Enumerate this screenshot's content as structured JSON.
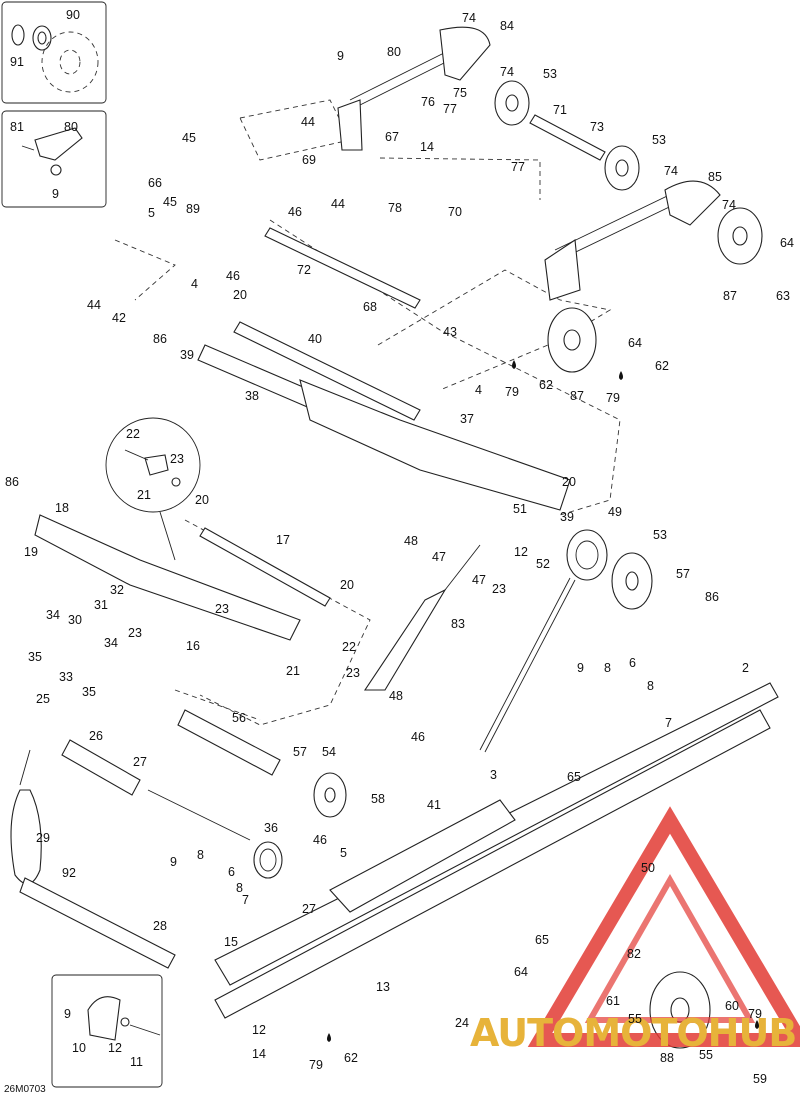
{
  "diagram_code": "26M0703",
  "watermark": "AUTOMOTOHUB",
  "colors": {
    "watermark_triangle": "#e23b34",
    "watermark_text": "#e7b33a",
    "ink": "#222222"
  },
  "labels": {
    "n90": "90",
    "n91": "91",
    "n81": "81",
    "n80a": "80",
    "n9a": "9",
    "n74a": "74",
    "n84": "84",
    "n80b": "80",
    "n9b": "9",
    "n74b": "74",
    "n53a": "53",
    "n75": "75",
    "n76": "76",
    "n77a": "77",
    "n71": "71",
    "n73": "73",
    "n44a": "44",
    "n67": "67",
    "n14a": "14",
    "n53b": "53",
    "n45a": "45",
    "n69": "69",
    "n77b": "77",
    "n74c": "74",
    "n85": "85",
    "n66": "66",
    "n89": "89",
    "n46a": "46",
    "n44b": "44",
    "n78": "78",
    "n70": "70",
    "n74d": "74",
    "n5a": "5",
    "n45b": "45",
    "n64a": "64",
    "n72": "72",
    "n46b": "46",
    "n4a": "4",
    "n63": "63",
    "n87a": "87",
    "n44c": "44",
    "n42": "42",
    "n20a": "20",
    "n68": "68",
    "n43": "43",
    "n86a": "86",
    "n39a": "39",
    "n40": "40",
    "n64b": "64",
    "n62a": "62",
    "n79a": "79",
    "n62b": "62",
    "n87b": "87",
    "n79b": "79",
    "n4b": "4",
    "n38": "38",
    "n37": "37",
    "n22a": "22",
    "n23a": "23",
    "n21a": "21",
    "n86b": "86",
    "n20b": "20",
    "n18": "18",
    "n19": "19",
    "n51": "51",
    "n39b": "39",
    "n48a": "48",
    "n47a": "47",
    "n49": "49",
    "n53c": "53",
    "n17": "17",
    "n12a": "12",
    "n47b": "47",
    "n52": "52",
    "n23b": "23",
    "n57a": "57",
    "n86c": "86",
    "n20c": "20",
    "n34a": "34",
    "n31": "31",
    "n32": "32",
    "n30": "30",
    "n23c": "23",
    "n23d": "23",
    "n83": "83",
    "n35a": "35",
    "n34b": "34",
    "n16": "16",
    "n22b": "22",
    "n33": "33",
    "n35b": "35",
    "n21b": "21",
    "n23e": "23",
    "n9c": "9",
    "n8a": "8",
    "n6a": "6",
    "n2": "2",
    "n8b": "8",
    "n7a": "7",
    "n25": "25",
    "n48b": "48",
    "n56": "56",
    "n26": "26",
    "n57b": "57",
    "n54": "54",
    "n46c": "46",
    "n27a": "27",
    "n41": "41",
    "n3": "3",
    "n65a": "65",
    "n58": "58",
    "n29": "29",
    "n36": "36",
    "n46d": "46",
    "n5b": "5",
    "n9d": "9",
    "n8c": "8",
    "n6b": "6",
    "n92": "92",
    "n8d": "8",
    "n50": "50",
    "n7b": "7",
    "n27b": "27",
    "n65b": "65",
    "n28": "28",
    "n82": "82",
    "n15": "15",
    "n13": "13",
    "n64c": "64",
    "n61": "61",
    "n9e": "9",
    "n55a": "55",
    "n24": "24",
    "n60": "60",
    "n79c": "79",
    "n10": "10",
    "n12b": "12",
    "n11": "11",
    "n12c": "12",
    "n62c": "62",
    "n88": "88",
    "n55b": "55",
    "n14b": "14",
    "n79d": "79",
    "n59": "59"
  }
}
